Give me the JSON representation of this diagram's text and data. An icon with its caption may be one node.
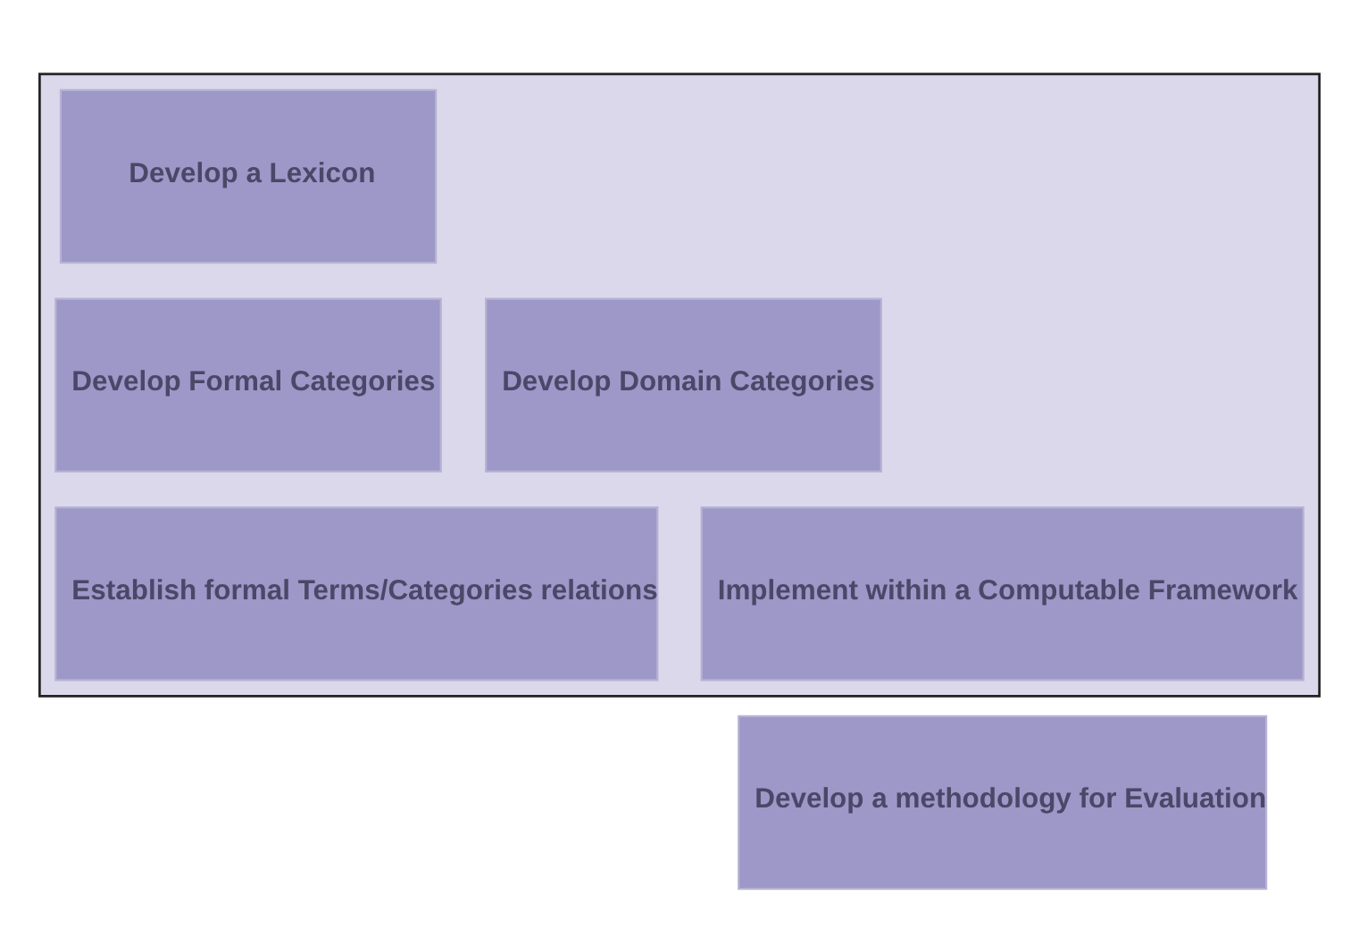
{
  "diagram": {
    "nodes": [
      {
        "text": [],
        "shape": "box"
      },
      {
        "text": [
          "Develop a Lexicon"
        ],
        "in": 0
      },
      {
        "text": [
          "Develop Formal Categories"
        ],
        "in": 0
      },
      {
        "text": [
          "Develop Domain Categories"
        ],
        "in": 0
      },
      {
        "text": [
          "Establish formal Terms/Categories relations"
        ],
        "in": 0
      },
      {
        "text": [
          "Implement within a Computable Framework"
        ],
        "in": 0
      },
      {
        "text": [
          "Develop a methodology for Evaluation"
        ]
      }
    ],
    "edges": []
  }
}
